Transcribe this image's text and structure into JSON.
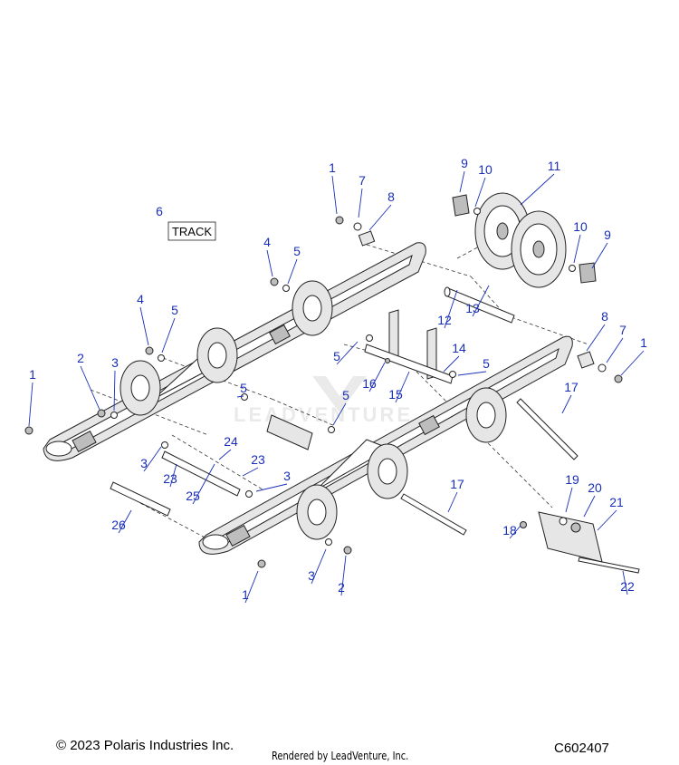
{
  "diagram": {
    "track_label": "TRACK",
    "watermark": "LEADVENTURE",
    "callouts": [
      {
        "label": "1"
      },
      {
        "label": "7"
      },
      {
        "label": "8"
      },
      {
        "label": "9"
      },
      {
        "label": "10"
      },
      {
        "label": "11"
      },
      {
        "label": "6"
      },
      {
        "label": "10"
      },
      {
        "label": "9"
      },
      {
        "label": "4"
      },
      {
        "label": "5"
      },
      {
        "label": "4"
      },
      {
        "label": "5"
      },
      {
        "label": "12"
      },
      {
        "label": "13"
      },
      {
        "label": "8"
      },
      {
        "label": "7"
      },
      {
        "label": "1"
      },
      {
        "label": "5"
      },
      {
        "label": "14"
      },
      {
        "label": "2"
      },
      {
        "label": "3"
      },
      {
        "label": "1"
      },
      {
        "label": "5"
      },
      {
        "label": "16"
      },
      {
        "label": "15"
      },
      {
        "label": "5"
      },
      {
        "label": "5"
      },
      {
        "label": "17"
      },
      {
        "label": "24"
      },
      {
        "label": "3"
      },
      {
        "label": "23"
      },
      {
        "label": "23"
      },
      {
        "label": "3"
      },
      {
        "label": "25"
      },
      {
        "label": "19"
      },
      {
        "label": "17"
      },
      {
        "label": "20"
      },
      {
        "label": "26"
      },
      {
        "label": "21"
      },
      {
        "label": "18"
      },
      {
        "label": "3"
      },
      {
        "label": "2"
      },
      {
        "label": "22"
      },
      {
        "label": "1"
      }
    ]
  },
  "footer": {
    "copyright": "© 2023 Polaris Industries Inc.",
    "rendered_by": "Rendered by LeadVenture, Inc.",
    "diagram_id": "C602407"
  },
  "colors": {
    "callout": "#1a2fb8",
    "line": "#222222",
    "watermark": "#d9d9d9"
  }
}
